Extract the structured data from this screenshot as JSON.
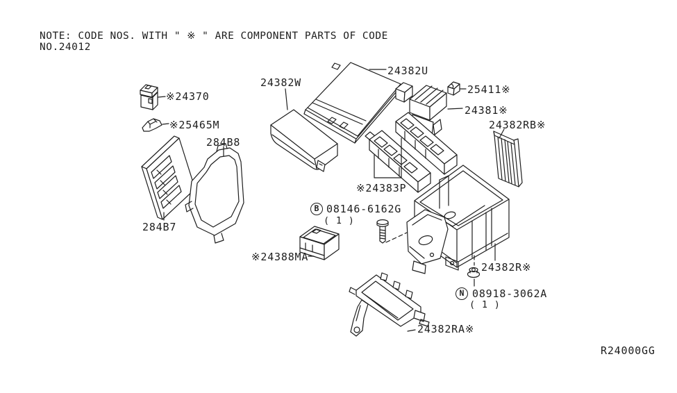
{
  "note": {
    "line1": "NOTE: CODE NOS. WITH \" ※ \" ARE COMPONENT PARTS OF CODE",
    "line2": "NO.24012"
  },
  "parts": {
    "24370": {
      "label": "※24370"
    },
    "25465M": {
      "label": "※25465M"
    },
    "284B8": {
      "label": "284B8"
    },
    "284B7": {
      "label": "284B7"
    },
    "24382W": {
      "label": "24382W"
    },
    "24382U": {
      "label": "24382U"
    },
    "25411": {
      "label": "25411※"
    },
    "24381": {
      "label": "24381※"
    },
    "24382RB": {
      "label": "24382RB※"
    },
    "24383P": {
      "label": "※24383P"
    },
    "24388MA": {
      "label": "※24388MA"
    },
    "24382R": {
      "label": "24382R※"
    },
    "24382RA": {
      "label": "24382RA※"
    }
  },
  "fasteners": {
    "bolt": {
      "symbol": "B",
      "number": "08146-6162G",
      "qty": "( 1 )"
    },
    "nut": {
      "symbol": "N",
      "number": "08918-3062A",
      "qty": "( 1 )"
    }
  },
  "drawing_ref": "R24000GG",
  "colors": {
    "line": "#1d1d1d",
    "background": "#ffffff"
  }
}
